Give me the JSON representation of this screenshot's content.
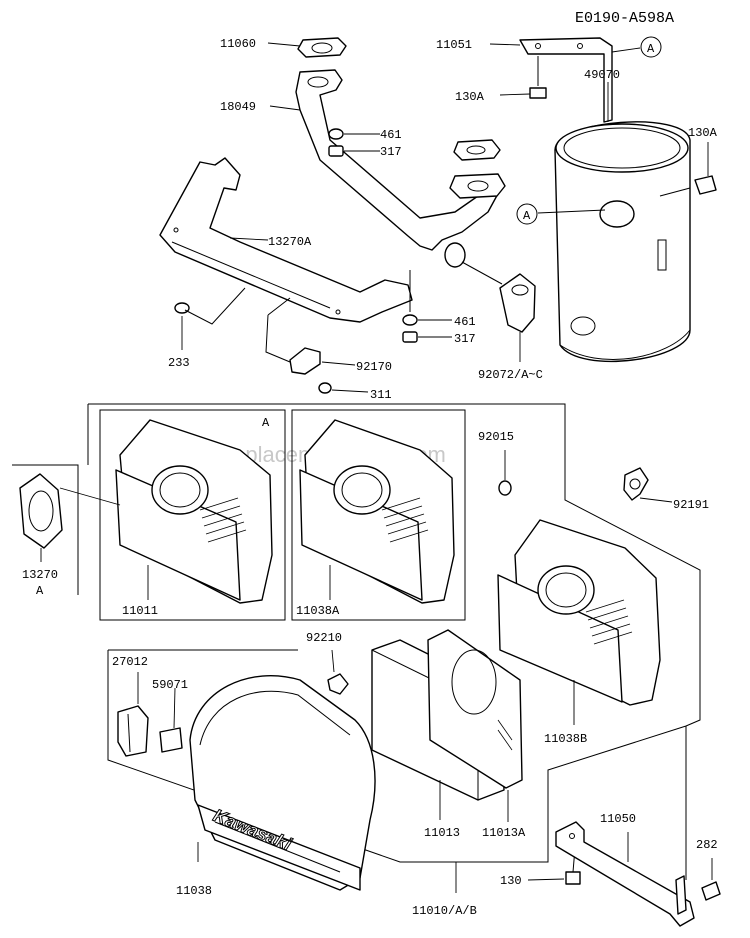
{
  "diagram_id": "E0190-A598A",
  "watermark": "eReplacementParts.com",
  "callouts": {
    "a1": "A",
    "a2": "A",
    "a3": "A",
    "a_label_13270": "A"
  },
  "parts": {
    "p11060": "11060",
    "p18049": "18049",
    "p461a": "461",
    "p317a": "317",
    "p13270A": "13270A",
    "p233": "233",
    "p92170": "92170",
    "p311": "311",
    "p461b": "461",
    "p317b": "317",
    "p11051": "11051",
    "p49070": "49070",
    "p130Aa": "130A",
    "p130Ab": "130A",
    "p92072": "92072/A~C",
    "p92015": "92015",
    "p92191": "92191",
    "p13270": "13270",
    "p11011": "11011",
    "p11038A": "11038A",
    "p11038B": "11038B",
    "p92210": "92210",
    "p27012": "27012",
    "p59071": "59071",
    "p11013": "11013",
    "p11013A": "11013A",
    "p11038": "11038",
    "p11010": "11010/A/B",
    "p130": "130",
    "p11050": "11050",
    "p282": "282"
  },
  "brand_text": "Kawasaki"
}
